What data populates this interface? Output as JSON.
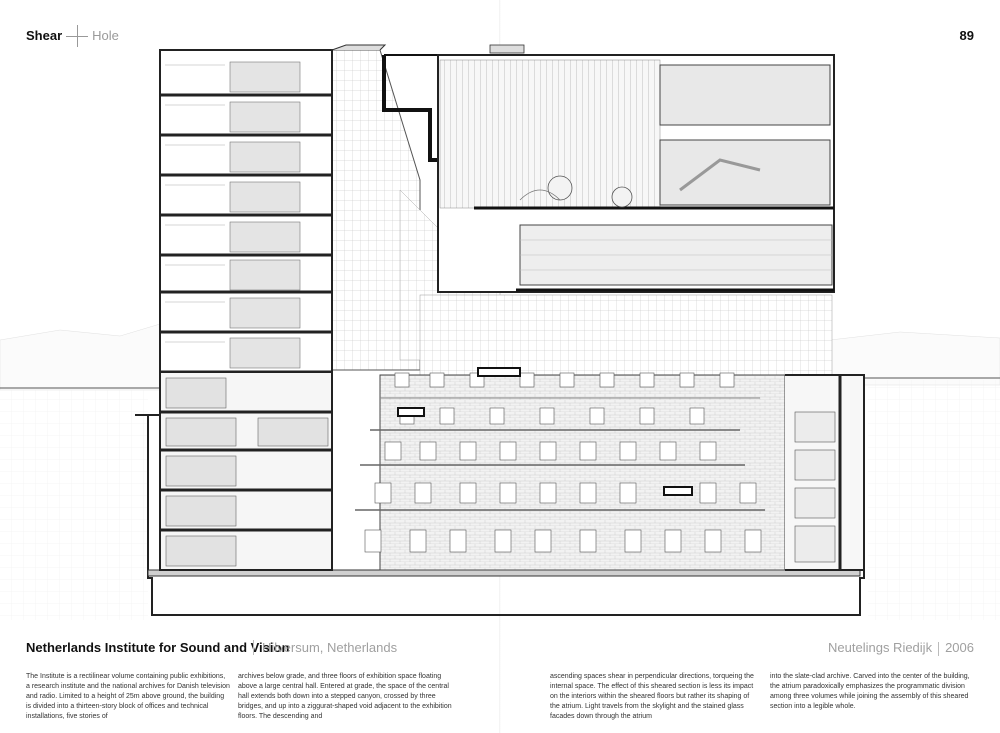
{
  "header": {
    "section": "Shear",
    "subsection": "Hole",
    "page_number": "89"
  },
  "project": {
    "name": "Netherlands Institute for Sound and Vision",
    "location": "Hilversum, Netherlands",
    "architect": "Neutelings Riedijk",
    "year": "2006"
  },
  "body": {
    "col1": "The Institute is a rectilinear volume containing public exhibitions, a research institute and the national archives for Danish television and radio. Limited to a height of 25m above ground, the building is divided into a thirteen-story block of offices and technical installations, five stories of",
    "col2": "archives below grade, and three floors of exhibition space floating above a large central hall. Entered at grade, the space of the central hall extends both down into a stepped canyon, crossed by three bridges, and up into a ziggurat-shaped void adjacent to the exhibition floors. The descending and",
    "col3": "ascending spaces shear in perpendicular directions, torqueing the internal space. The effect of this sheared section is less its impact on the interiors within the sheared floors but rather its shaping of the atrium. Light travels from the skylight and the stained glass facades down through the atrium",
    "col4": "into the slate-clad archive. Carved into the center of the building, the atrium paradoxically emphasizes the programmatic division among three volumes while joining the assembly of this sheared section into a legible whole."
  },
  "colors": {
    "ink": "#1a1a1a",
    "muted": "#a0a0a0",
    "line": "#3a3a3a",
    "fill_grey": "#d6d6d6"
  }
}
